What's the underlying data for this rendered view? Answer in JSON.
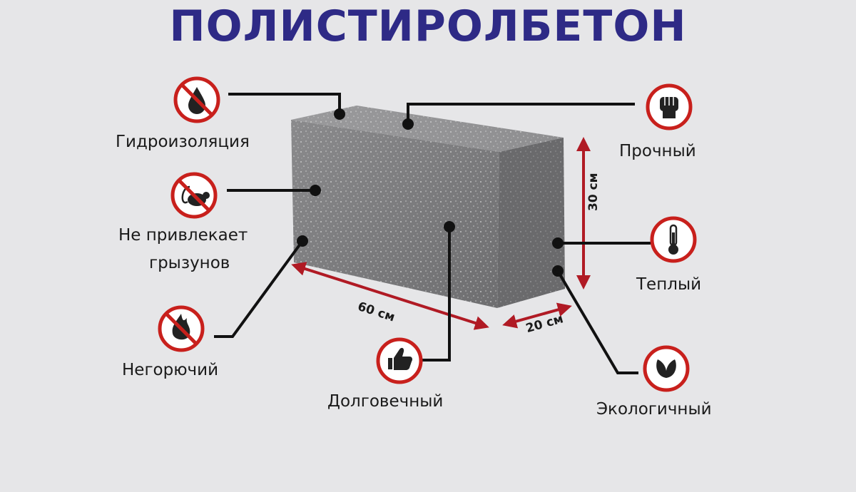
{
  "title": "ПОЛИСТИРОЛБЕТОН",
  "features": {
    "waterproof": {
      "label": "Гидроизоляция",
      "icon": "no-water-drop-icon"
    },
    "no_rodents": {
      "label_line1": "Не привлекает",
      "label_line2": "грызунов",
      "icon": "no-rodent-icon"
    },
    "non_flammable": {
      "label": "Негорючий",
      "icon": "no-fire-icon"
    },
    "durable": {
      "label": "Долговечный",
      "icon": "thumbs-up-icon"
    },
    "strong": {
      "label": "Прочный",
      "icon": "fist-icon"
    },
    "warm": {
      "label": "Теплый",
      "icon": "thermometer-icon"
    },
    "ecological": {
      "label": "Экологичный",
      "icon": "leaf-icon"
    }
  },
  "dimensions": {
    "length": "60 см",
    "width": "20 см",
    "height": "30 см"
  },
  "colors": {
    "title": "#2e2a86",
    "icon_ring": "#c8201c",
    "dimension_arrow": "#b01a24",
    "leader_line": "#111111"
  }
}
